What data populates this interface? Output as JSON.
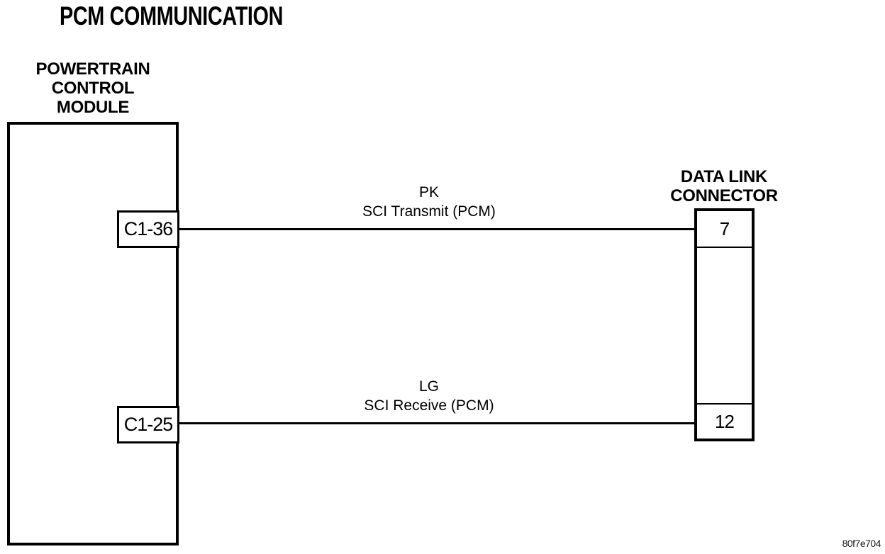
{
  "diagram": {
    "title": "PCM COMMUNICATION",
    "reference_code": "80f7e704",
    "colors": {
      "line": "#000000",
      "background": "#ffffff",
      "text": "#000000"
    },
    "pcm": {
      "label_lines": [
        "POWERTRAIN",
        "CONTROL",
        "MODULE"
      ],
      "pins": [
        {
          "id": "C1-36"
        },
        {
          "id": "C1-25"
        }
      ]
    },
    "dlc": {
      "label_lines": [
        "DATA LINK",
        "CONNECTOR"
      ],
      "pins": [
        {
          "id": "7"
        },
        {
          "id": "12"
        }
      ]
    },
    "wires": [
      {
        "color_code": "PK",
        "signal": "SCI Transmit (PCM)",
        "from_pin": "C1-36",
        "to_pin": "7"
      },
      {
        "color_code": "LG",
        "signal": "SCI Receive (PCM)",
        "from_pin": "C1-25",
        "to_pin": "12"
      }
    ]
  }
}
